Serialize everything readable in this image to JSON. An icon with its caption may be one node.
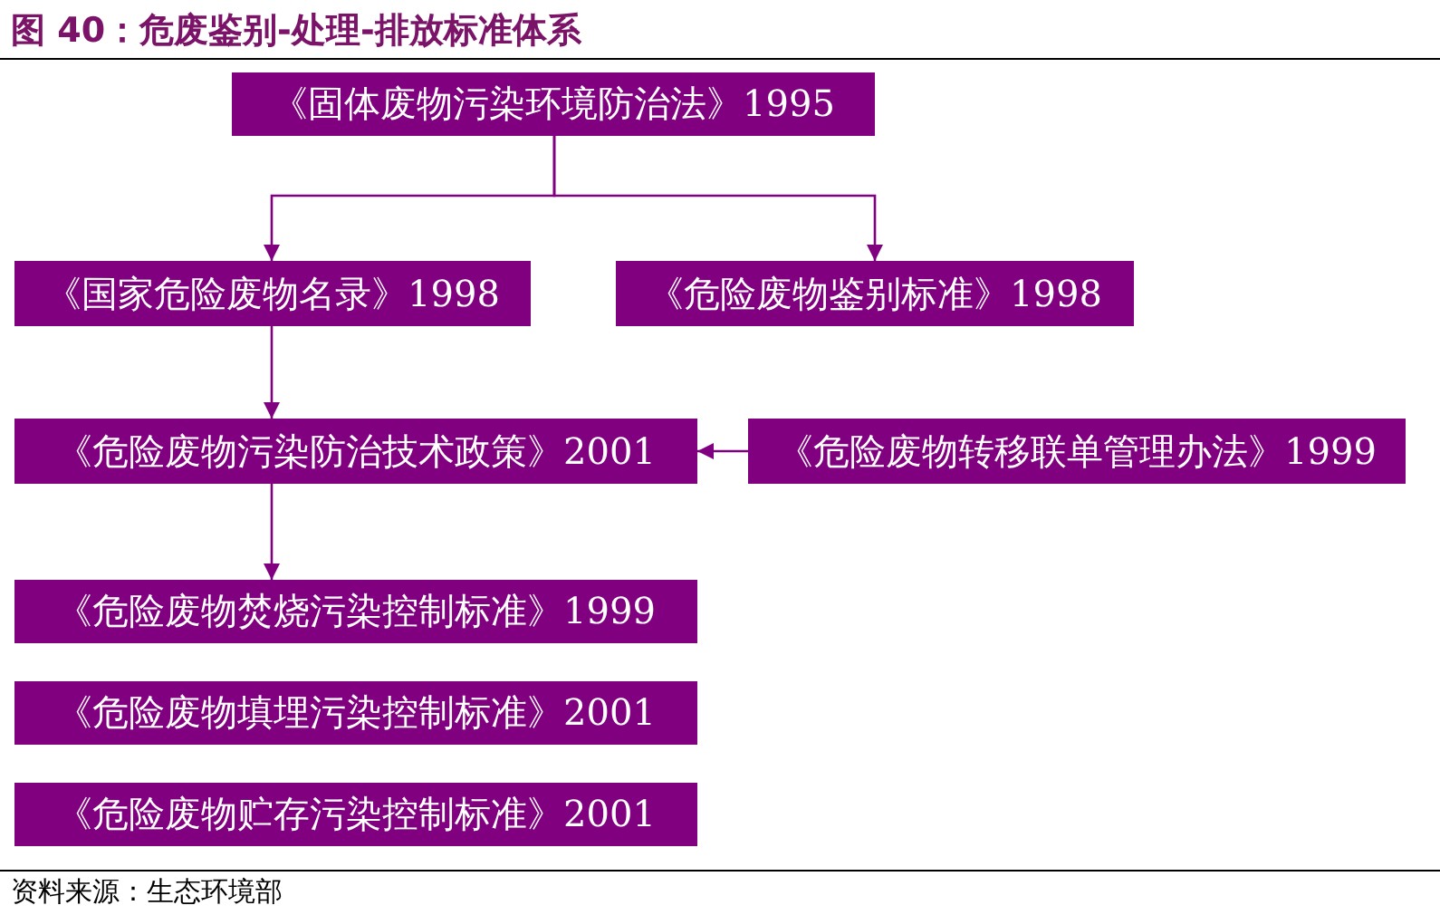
{
  "diagram": {
    "title": "图 40：危废鉴别-处理-排放标准体系",
    "caption": "资料来源：生态环境部",
    "nodes": [
      {
        "text": [
          "《固体废物污染环境防治法》1995"
        ]
      },
      {
        "text": [
          "《国家危险废物名录》1998"
        ]
      },
      {
        "text": [
          "《危险废物鉴别标准》1998"
        ]
      },
      {
        "text": [
          "《危险废物污染防治技术政策》2001"
        ]
      },
      {
        "text": [
          "《危险废物转移联单管理办法》1999"
        ]
      },
      {
        "text": [
          "《危险废物焚烧污染控制标准》1999"
        ]
      },
      {
        "text": [
          "《危险废物填埋污染控制标准》2001"
        ]
      },
      {
        "text": [
          "《危险废物贮存污染控制标准》2001"
        ]
      }
    ],
    "edges": [
      {
        "from": 0,
        "to": 1,
        "arrow": "to"
      },
      {
        "from": 0,
        "to": 2,
        "arrow": "to"
      },
      {
        "from": 1,
        "to": 3,
        "arrow": "to"
      },
      {
        "from": 4,
        "to": 3,
        "arrow": "to"
      },
      {
        "from": 3,
        "to": 5,
        "arrow": "to"
      }
    ]
  }
}
